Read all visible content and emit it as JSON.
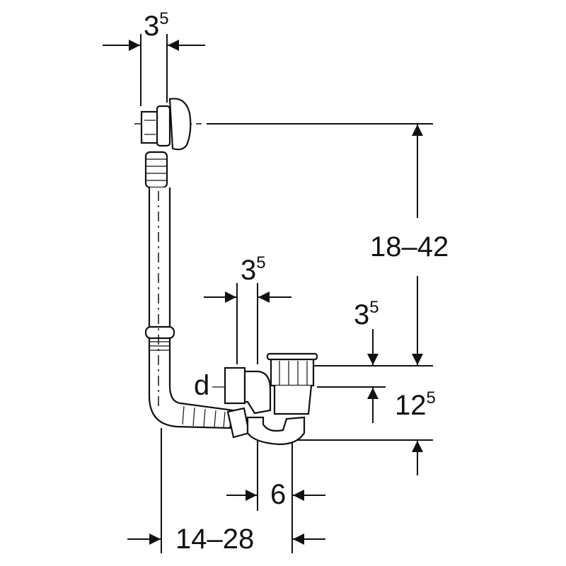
{
  "dimensions": {
    "top_width": {
      "base": "3",
      "sup": "5"
    },
    "middle_width": {
      "base": "3",
      "sup": "5"
    },
    "right_drop": {
      "base": "3",
      "sup": "5"
    },
    "height_range": "18–42",
    "diameter_label": "d",
    "outlet_height": {
      "base": "12",
      "sup": "5"
    },
    "offset": "6",
    "length_range": "14–28"
  }
}
